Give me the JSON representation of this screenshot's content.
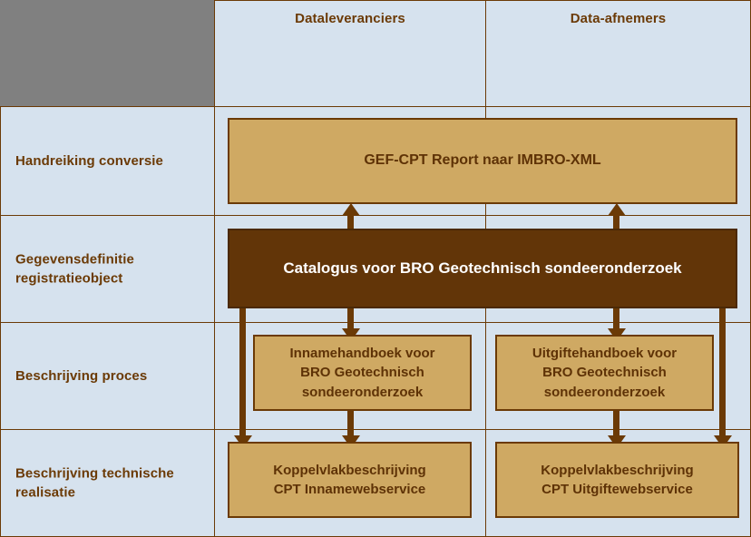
{
  "diagram": {
    "title": "BRO Geotechnisch sondeeronderzoek documentatie-structuur",
    "colors": {
      "background": "#d6e2ee",
      "corner": "#808080",
      "line": "#6b3a06",
      "tan_fill": "#cfa963",
      "dark_fill": "#623508",
      "tan_text": "#5e3206",
      "dark_text": "#ffffff",
      "label_text": "#6b3a06"
    },
    "columns": [
      {
        "key": "row_labels",
        "label": ""
      },
      {
        "key": "dataleveranciers",
        "label": "Dataleveranciers"
      },
      {
        "key": "data_afnemers",
        "label": "Data-afnemers"
      }
    ],
    "rows": [
      {
        "key": "handreiking",
        "label": "Handreiking conversie"
      },
      {
        "key": "gegevensdefinitie",
        "label": "Gegevensdefinitie\nregistratieobject"
      },
      {
        "key": "proces",
        "label": "Beschrijving proces"
      },
      {
        "key": "realisatie",
        "label": "Beschrijving technische\nrealisatie"
      }
    ],
    "nodes": [
      {
        "key": "gef_cpt",
        "label": "GEF-CPT Report naar IMBRO-XML",
        "row": "handreiking",
        "span": "both",
        "style": "tan"
      },
      {
        "key": "catalogus",
        "label": "Catalogus voor BRO Geotechnisch sondeeronderzoek",
        "row": "gegevensdefinitie",
        "span": "both",
        "style": "dark"
      },
      {
        "key": "innamehandboek",
        "label": "Innamehandboek voor\nBRO Geotechnisch\nsondeeronderzoek",
        "row": "proces",
        "span": "dataleveranciers",
        "style": "tan"
      },
      {
        "key": "uitgiftehandboek",
        "label": "Uitgiftehandboek voor\nBRO Geotechnisch\nsondeeronderzoek",
        "row": "proces",
        "span": "data_afnemers",
        "style": "tan"
      },
      {
        "key": "koppelvlak_inname",
        "label": "Koppelvlakbeschrijving\nCPT Innamewebservice",
        "row": "realisatie",
        "span": "dataleveranciers",
        "style": "tan"
      },
      {
        "key": "koppelvlak_uitgifte",
        "label": "Koppelvlakbeschrijving\nCPT Uitgiftewebservice",
        "row": "realisatie",
        "span": "data_afnemers",
        "style": "tan"
      }
    ],
    "connectors": [
      {
        "key": "catalogus-to-gef-left",
        "from": "catalogus",
        "to": "gef_cpt",
        "direction": "up"
      },
      {
        "key": "catalogus-to-gef-right",
        "from": "catalogus",
        "to": "gef_cpt",
        "direction": "up"
      },
      {
        "key": "catalogus-to-inname-handboek",
        "from": "catalogus",
        "to": "innamehandboek",
        "direction": "down"
      },
      {
        "key": "catalogus-to-uitgifte-handboek",
        "from": "catalogus",
        "to": "uitgiftehandboek",
        "direction": "down"
      },
      {
        "key": "innamehandboek-to-koppelvlak",
        "from": "innamehandboek",
        "to": "koppelvlak_inname",
        "direction": "down"
      },
      {
        "key": "uitgiftehandboek-to-koppelvlak",
        "from": "uitgiftehandboek",
        "to": "koppelvlak_uitgifte",
        "direction": "down"
      },
      {
        "key": "catalogus-to-koppelvlak-inname",
        "from": "catalogus",
        "to": "koppelvlak_inname",
        "direction": "down"
      },
      {
        "key": "catalogus-to-koppelvlak-uitgifte",
        "from": "catalogus",
        "to": "koppelvlak_uitgifte",
        "direction": "down"
      }
    ]
  }
}
